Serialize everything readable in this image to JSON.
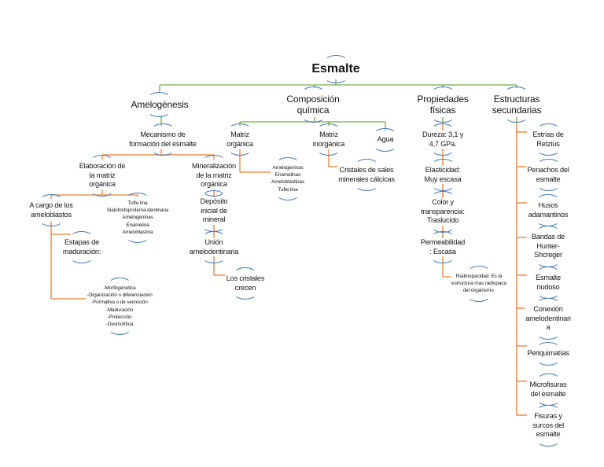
{
  "title": "Esmalte",
  "colors": {
    "primary_connector": "#70ad47",
    "secondary_connector": "#ed7d31",
    "node_arc": "#4a7ebb"
  },
  "amelogenesis": {
    "label": "Amelogénesis",
    "mecanismo": [
      "Mecanismo de",
      "formación del esmalte"
    ],
    "elaboracion": {
      "label": [
        "Elaboración de",
        "la matriz",
        "orgánica"
      ],
      "ameloblastos": [
        "A cargo de los",
        "ameloblastos"
      ],
      "proteinas": [
        "Tufte lina",
        "Sialofosfoproteína dentinaria",
        "Amelogeninas",
        "Enamelina",
        "Ameloblastina"
      ],
      "etapas": [
        "Estapas de",
        "maduración:"
      ],
      "etapas_lista": [
        "-Morfogenetica",
        "-Organización o diferenciación",
        "-Formativa o de secreción",
        "-Maduración",
        "-Protección",
        "-Desmolítica"
      ]
    },
    "mineralizacion": {
      "label": [
        "Mineralización",
        "de la matriz",
        "orgánica"
      ],
      "deposito": [
        "Depósito",
        "inicial de",
        "mineral"
      ],
      "union": [
        "Unión",
        "amelodentinaria"
      ],
      "cristales": [
        "Los cristales",
        "crecen"
      ]
    }
  },
  "composicion": {
    "label": [
      "Composición",
      "química"
    ],
    "matriz_organica": {
      "label": [
        "Matriz",
        "orgánica"
      ],
      "componentes": [
        "Amelogeninas",
        "Enamelinas",
        "Ameloblastinas",
        "Tufte lina"
      ]
    },
    "matriz_inorganica": {
      "label": [
        "Matriz",
        "inorgánica"
      ],
      "componentes": [
        "Cristales de sales",
        "minerales cálcicas"
      ]
    },
    "agua": "Agua"
  },
  "propiedades": {
    "label": [
      "Propiedades",
      "físicas"
    ],
    "items": [
      [
        "Dureza: 3,1 y",
        "4,7 GPa."
      ],
      [
        "Elasticidad:",
        "Muy escasa"
      ],
      [
        "Color y",
        "transparencia:",
        "Traslucido"
      ],
      [
        "Permeabilidad",
        ": Escasa"
      ]
    ],
    "radioopacidad": [
      "Radioopacidad: Es la",
      "estructura mas radiopaca",
      "del organismo."
    ]
  },
  "estructuras": {
    "label": [
      "Estructuras",
      "secundarias"
    ],
    "items": [
      [
        "Estrías de",
        "Retzius"
      ],
      [
        "Penachos del",
        "esmalte"
      ],
      [
        "Husos",
        "adamantinos"
      ],
      [
        "Bandas de",
        "Hunter-",
        "Shcreger"
      ],
      [
        "Esmalte",
        "nudoso"
      ],
      [
        "Conexión",
        "amelodentinari",
        "a"
      ],
      [
        "Periquimatías"
      ],
      [
        "Microfisuras",
        "del esmalte"
      ],
      [
        "Fisuras y",
        "surcos del",
        "esmalte"
      ]
    ]
  }
}
